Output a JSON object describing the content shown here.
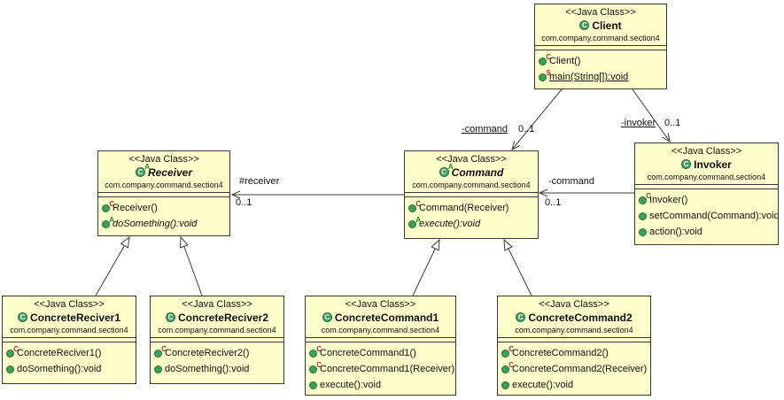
{
  "colors": {
    "class_fill": "#ffffcc",
    "border": "#383838",
    "ball_green": "#41a05c",
    "decoration_constructor": "#99332b",
    "decoration_static": "#cc1f2e",
    "decoration_abstract": "#1f8a1f"
  },
  "classes": [
    {
      "id": "client",
      "stereotype": "<<Java Class>>",
      "ball_letter": "C",
      "name": "Client",
      "package": "com.company.command.section4",
      "abstract_marker": "",
      "methods": [
        {
          "decoration": "C",
          "text": "Client()"
        },
        {
          "decoration": "S",
          "text": "main(String[]):void"
        }
      ]
    },
    {
      "id": "receiver",
      "stereotype": "<<Java Class>>",
      "ball_letter": "C",
      "name": "Receiver",
      "package": "com.company.command.section4",
      "abstract_marker": "A",
      "methods": [
        {
          "decoration": "C",
          "text": "Receiver()"
        },
        {
          "decoration": "A",
          "text": "doSomething():void"
        }
      ]
    },
    {
      "id": "command",
      "stereotype": "<<Java Class>>",
      "ball_letter": "C",
      "name": "Command",
      "package": "com.company.command.section4",
      "abstract_marker": "A",
      "methods": [
        {
          "decoration": "C",
          "text": "Command(Receiver)"
        },
        {
          "decoration": "A",
          "text": "execute():void"
        }
      ]
    },
    {
      "id": "invoker",
      "stereotype": "<<Java Class>>",
      "ball_letter": "C",
      "name": "Invoker",
      "package": "com.company.command.section4",
      "abstract_marker": "",
      "methods": [
        {
          "decoration": "C",
          "text": "Invoker()"
        },
        {
          "decoration": "",
          "text": "setCommand(Command):void"
        },
        {
          "decoration": "",
          "text": "action():void"
        }
      ]
    },
    {
      "id": "concretereciver1",
      "stereotype": "<<Java Class>>",
      "ball_letter": "C",
      "name": "ConcreteReciver1",
      "package": "com.company.command.section4",
      "abstract_marker": "",
      "methods": [
        {
          "decoration": "C",
          "text": "ConcreteReciver1()"
        },
        {
          "decoration": "",
          "text": "doSomething():void"
        }
      ]
    },
    {
      "id": "concretereciver2",
      "stereotype": "<<Java Class>>",
      "ball_letter": "C",
      "name": "ConcreteReciver2",
      "package": "com.company.command.section4",
      "abstract_marker": "",
      "methods": [
        {
          "decoration": "C",
          "text": "ConcreteReciver2()"
        },
        {
          "decoration": "",
          "text": "doSomething():void"
        }
      ]
    },
    {
      "id": "concretecommand1",
      "stereotype": "<<Java Class>>",
      "ball_letter": "C",
      "name": "ConcreteCommand1",
      "package": "com.company.command.section4",
      "abstract_marker": "",
      "methods": [
        {
          "decoration": "C",
          "text": "ConcreteCommand1()"
        },
        {
          "decoration": "C",
          "text": "ConcreteCommand1(Receiver)"
        },
        {
          "decoration": "",
          "text": "execute():void"
        }
      ]
    },
    {
      "id": "concretecommand2",
      "stereotype": "<<Java Class>>",
      "ball_letter": "C",
      "name": "ConcreteCommand2",
      "package": "com.company.command.section4",
      "abstract_marker": "",
      "methods": [
        {
          "decoration": "C",
          "text": "ConcreteCommand2()"
        },
        {
          "decoration": "C",
          "text": "ConcreteCommand2(Receiver)"
        },
        {
          "decoration": "",
          "text": "execute():void"
        }
      ]
    }
  ],
  "edge_labels": {
    "client_command": {
      "role": "-command",
      "mult": "0..1"
    },
    "client_invoker": {
      "role": "-invoker",
      "mult": "0..1"
    },
    "invoker_command": {
      "role": "-command",
      "mult": "0..1"
    },
    "command_receiver": {
      "role": "#receiver",
      "mult": "0..1"
    }
  }
}
